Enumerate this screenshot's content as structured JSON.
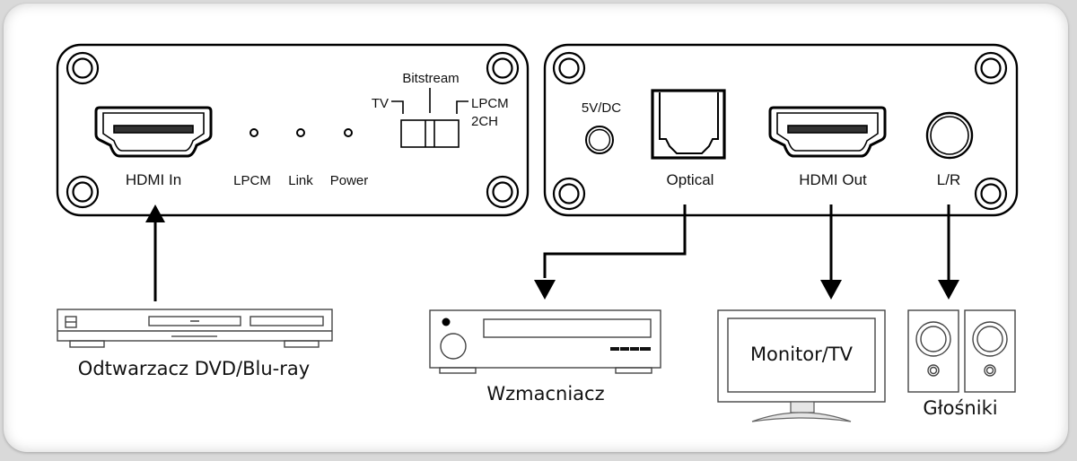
{
  "transmitter_panel": {
    "hdmi_in_label": "HDMI In",
    "leds": [
      {
        "label": "LPCM"
      },
      {
        "label": "Link"
      },
      {
        "label": "Power"
      }
    ],
    "switch": {
      "left_label": "TV",
      "center_label": "Bitstream",
      "right_label_line1": "LPCM",
      "right_label_line2": "2CH"
    }
  },
  "receiver_panel": {
    "power_label": "5V/DC",
    "optical_label": "Optical",
    "hdmi_out_label": "HDMI Out",
    "audio_label": "L/R"
  },
  "devices": {
    "source": "Odtwarzacz DVD/Blu-ray",
    "amplifier": "Wzmacniacz",
    "monitor": "Monitor/TV",
    "speakers": "Głośniki"
  }
}
